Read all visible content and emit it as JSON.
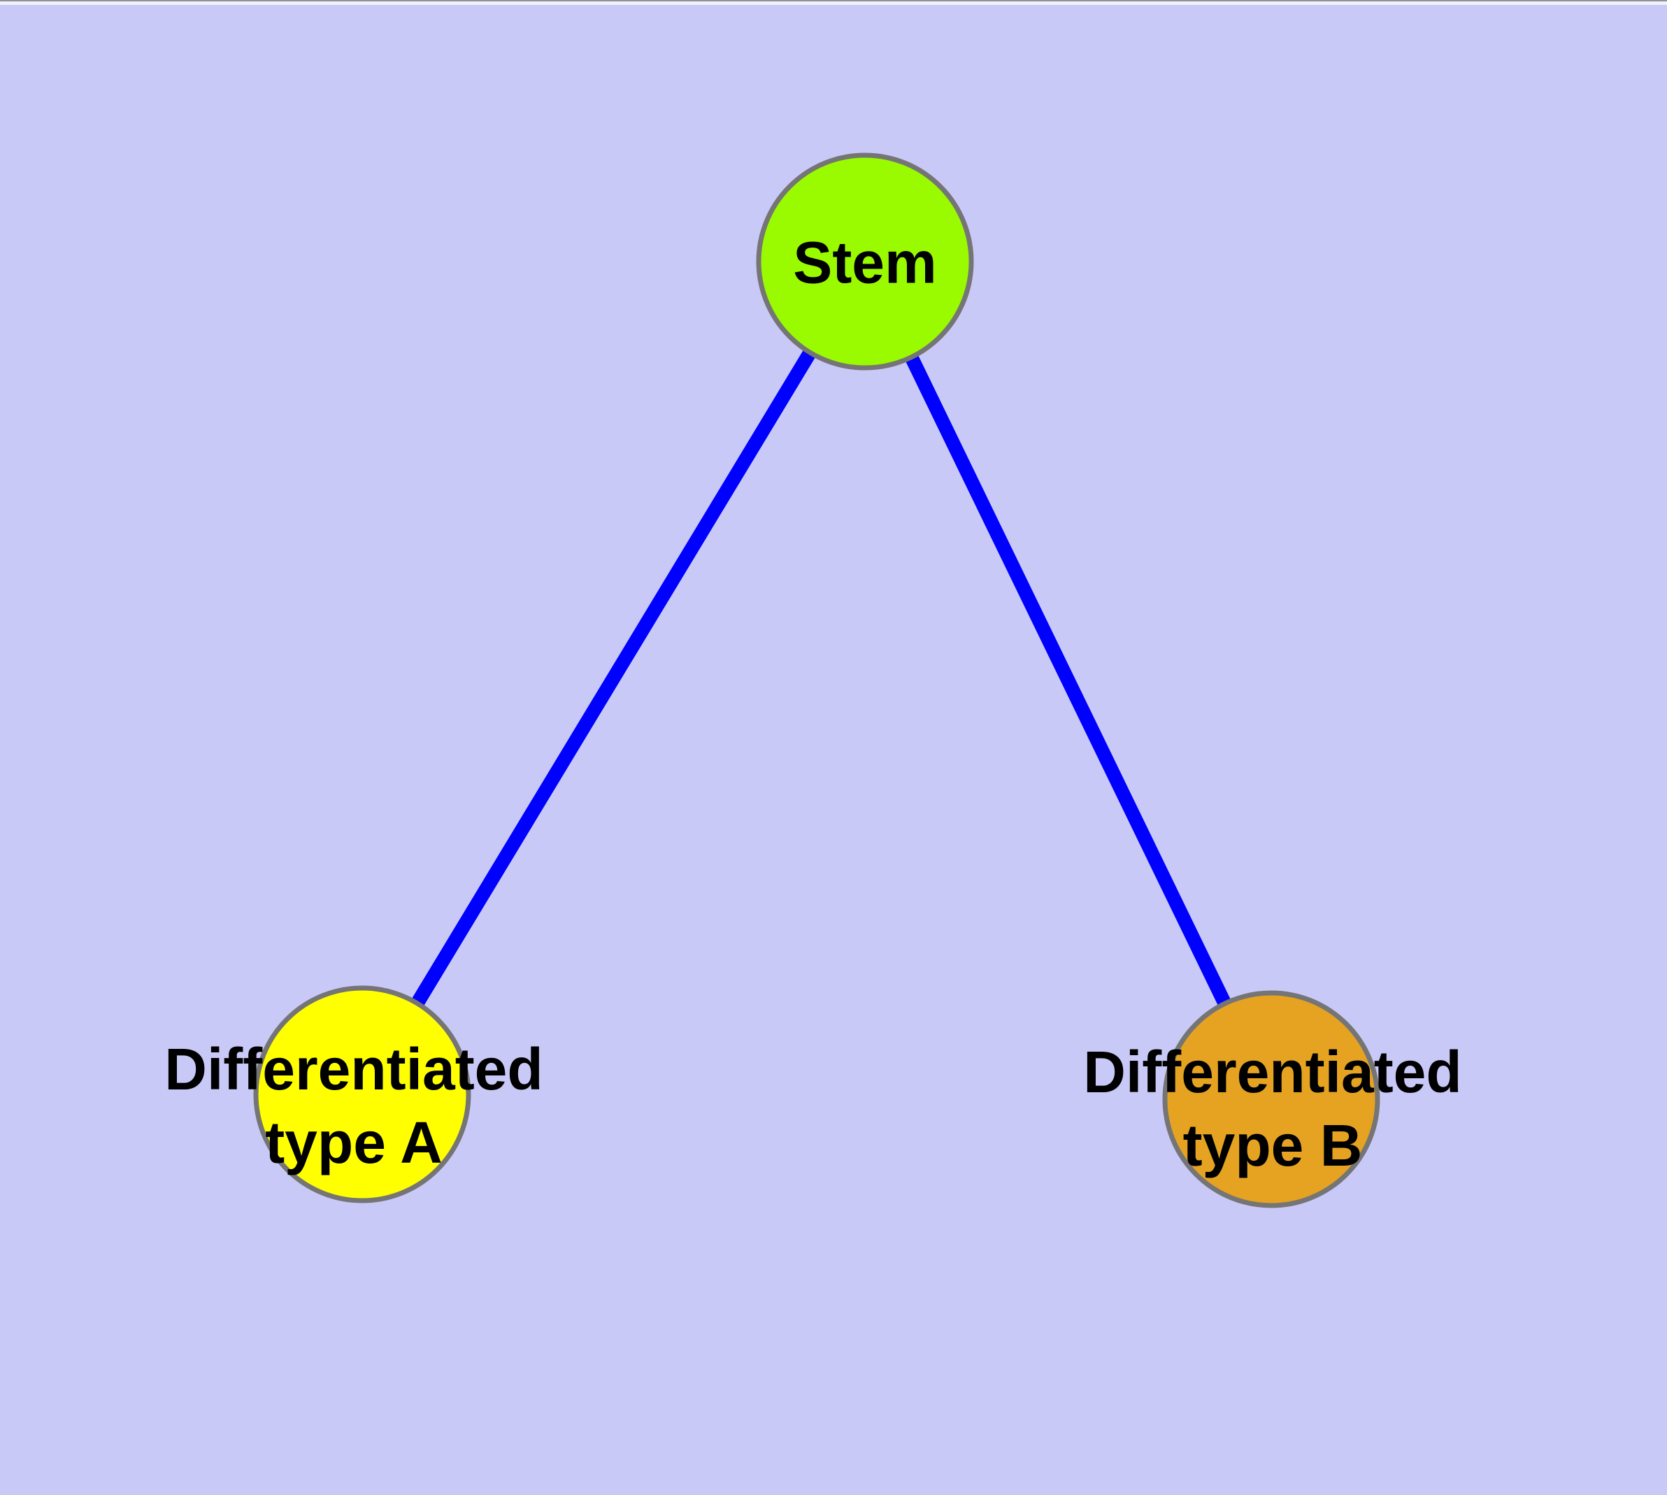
{
  "diagram": {
    "type": "node-link-graph",
    "description": "Cell differentiation hierarchy: a stem node with two differentiated child types"
  },
  "colors": {
    "background": "#c9c9f8",
    "text": "#000000",
    "node_border": "#757575"
  },
  "nodes": {
    "stem": {
      "label": "Stem",
      "color": "#9afb00"
    },
    "diff_a": {
      "label_line1": "Differentiated",
      "label_line2": "type A",
      "color": "#ffff00"
    },
    "diff_b": {
      "label_line1": "Differentiated",
      "label_line2": "type B",
      "color": "#e6a321"
    }
  },
  "edges": {
    "color": "#0000ff",
    "list": [
      {
        "from": "Stem",
        "to": "Differentiated type A"
      },
      {
        "from": "Stem",
        "to": "Differentiated type B"
      }
    ]
  }
}
